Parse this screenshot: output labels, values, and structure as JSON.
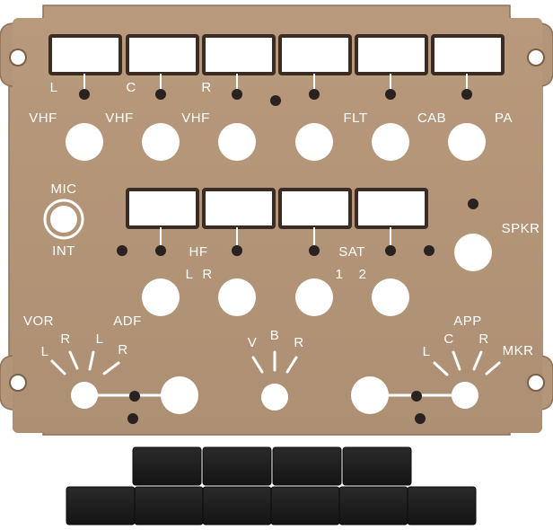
{
  "panel": {
    "colors": {
      "face": "#b39579",
      "edge": "#8e7258",
      "window": "#ffffff",
      "dot": "#2a2220",
      "button": "#ffffff",
      "cap": "#1c1c1c"
    },
    "top_row": {
      "channels": [
        "L",
        "C",
        "R"
      ],
      "buttons": [
        "VHF",
        "VHF",
        "VHF",
        "FLT",
        "CAB",
        "PA"
      ]
    },
    "mic_switch": {
      "top": "MIC",
      "bottom": "INT"
    },
    "middle_row": {
      "hf": "HF",
      "hf_channels": [
        "L",
        "R"
      ],
      "sat": "SAT",
      "sat_channels": [
        "1",
        "2"
      ],
      "spkr": "SPKR"
    },
    "bottom_row": {
      "vor": "VOR",
      "vor_channels": [
        "L",
        "R"
      ],
      "adf": "ADF",
      "adf_channels": [
        "L",
        "R"
      ],
      "vbr": [
        "V",
        "B",
        "R"
      ],
      "app": "APP",
      "app_channels": [
        "L",
        "C",
        "R"
      ],
      "mkr": "MKR"
    }
  },
  "caps": {
    "top_count": 4,
    "bottom_count": 6
  }
}
